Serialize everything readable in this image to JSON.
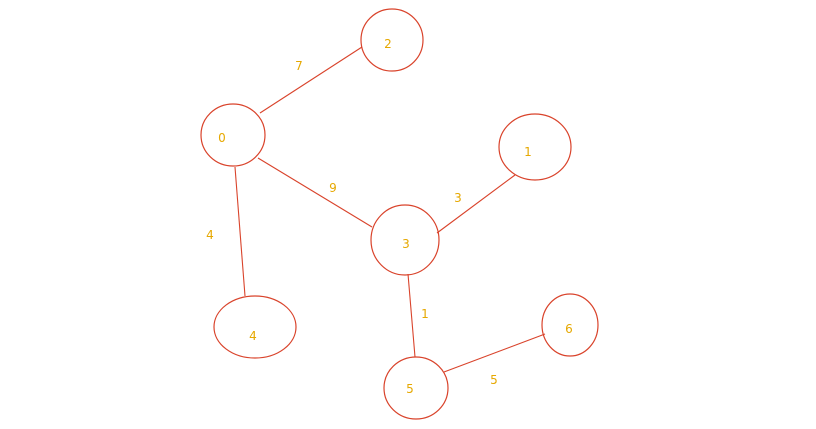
{
  "colors": {
    "stroke": "#d9432b",
    "label": "#e6a800",
    "background": "#ffffff"
  },
  "graph": {
    "nodes": [
      {
        "id": "0",
        "label": "0"
      },
      {
        "id": "1",
        "label": "1"
      },
      {
        "id": "2",
        "label": "2"
      },
      {
        "id": "3",
        "label": "3"
      },
      {
        "id": "4",
        "label": "4"
      },
      {
        "id": "5",
        "label": "5"
      },
      {
        "id": "6",
        "label": "6"
      }
    ],
    "edges": [
      {
        "from": "0",
        "to": "2",
        "weight": "7"
      },
      {
        "from": "0",
        "to": "3",
        "weight": "9"
      },
      {
        "from": "0",
        "to": "4",
        "weight": "4"
      },
      {
        "from": "3",
        "to": "1",
        "weight": "3"
      },
      {
        "from": "3",
        "to": "5",
        "weight": "1"
      },
      {
        "from": "5",
        "to": "6",
        "weight": "5"
      }
    ]
  }
}
